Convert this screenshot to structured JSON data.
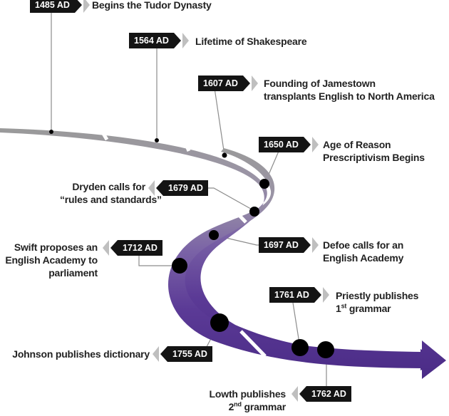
{
  "events": [
    {
      "id": "tudor",
      "date": "1485 AD",
      "lines": [
        "Begins the Tudor Dynasty"
      ]
    },
    {
      "id": "shakespeare",
      "date": "1564 AD",
      "lines": [
        "Lifetime of Shakespeare"
      ]
    },
    {
      "id": "jamestown",
      "date": "1607 AD",
      "lines": [
        "Founding of Jamestown",
        "transplants English to North America"
      ]
    },
    {
      "id": "reason",
      "date": "1650 AD",
      "lines": [
        "Age of Reason",
        "Prescriptivism Begins"
      ]
    },
    {
      "id": "dryden",
      "date": "1679 AD",
      "lines": [
        "Dryden calls for",
        "“rules and standards”"
      ]
    },
    {
      "id": "defoe",
      "date": "1697 AD",
      "lines": [
        "Defoe calls for an",
        "English Academy"
      ]
    },
    {
      "id": "swift",
      "date": "1712 AD",
      "lines": [
        "Swift proposes an",
        "English Academy to",
        "parliament"
      ]
    },
    {
      "id": "johnson",
      "date": "1755 AD",
      "lines": [
        "Johnson publishes dictionary"
      ]
    },
    {
      "id": "priestly",
      "date": "1761 AD",
      "line1": "Priestly publishes",
      "line2_num": "1",
      "line2_sup": "st",
      "line2_rest": " grammar"
    },
    {
      "id": "lowth",
      "date": "1762 AD",
      "line1": "Lowth publishes",
      "line2_num": "2",
      "line2_sup": "nd",
      "line2_rest": " grammar"
    }
  ],
  "colors": {
    "timeline_start": "#8a8a8a",
    "timeline_end": "#4b2a87",
    "badge": "#141414",
    "chevron_light": "#bfbfbf",
    "connector": "#8c8c8c",
    "text": "#222222"
  }
}
